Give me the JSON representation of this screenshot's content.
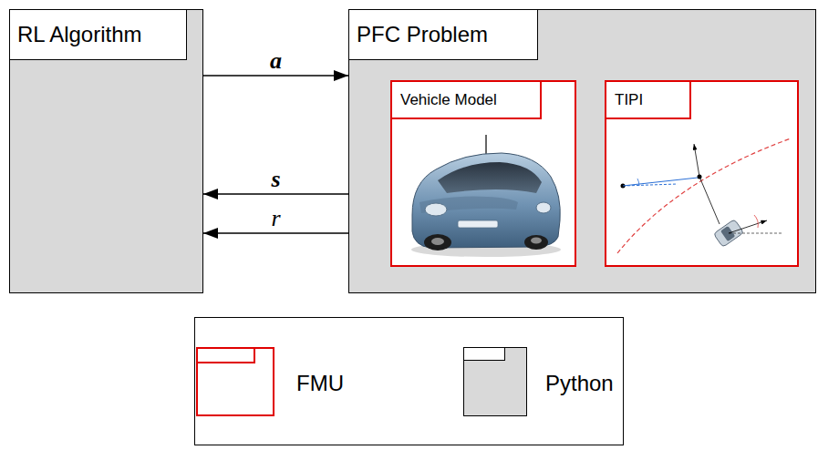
{
  "diagram": {
    "nodes": [
      {
        "text": [
          "RL Algorithm"
        ]
      },
      {
        "text": [
          "PFC Problem"
        ]
      },
      {
        "text": [
          "Vehicle Model"
        ],
        "in": 1
      },
      {
        "text": [
          "TIPI"
        ],
        "in": 1
      }
    ],
    "edges": [
      {
        "from": 0,
        "to": 1,
        "arrow": "to",
        "label": "a"
      },
      {
        "from": 1,
        "to": 0,
        "arrow": "to",
        "label": "s"
      },
      {
        "from": 1,
        "to": 0,
        "arrow": "to",
        "label": "r"
      }
    ],
    "legend": [
      {
        "text": "FMU"
      },
      {
        "text": "Python"
      }
    ]
  }
}
